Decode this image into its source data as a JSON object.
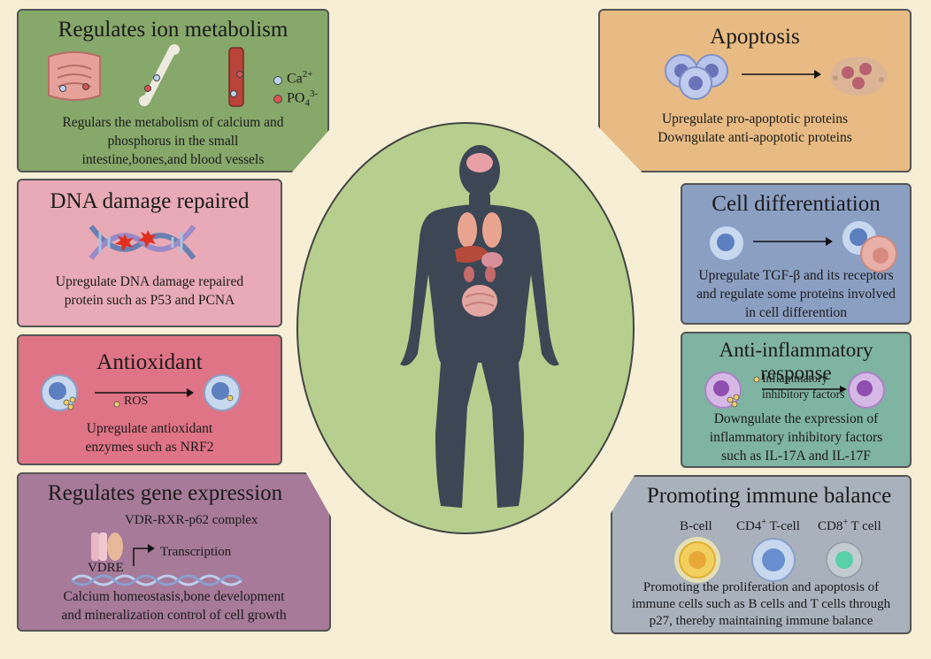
{
  "panels": {
    "ion": {
      "title": "Regulates ion metabolism",
      "ca_label": "Ca",
      "ca_sup": "2+",
      "po_label": "PO",
      "po_sub": "4",
      "po_sup": "3-",
      "text": [
        "Regulars the metabolism of calcium and",
        "phosphorus in the small",
        "intestine,bones,and blood vessels"
      ],
      "color": "#86a86a"
    },
    "dna": {
      "title": "DNA damage repaired",
      "text": [
        "Upregulate DNA damage repaired",
        "protein such as P53 and PCNA"
      ],
      "color": "#e8aab6"
    },
    "antioxidant": {
      "title": "Antioxidant",
      "ros_label": "ROS",
      "text": [
        "Upregulate antioxidant",
        "enzymes such as NRF2"
      ],
      "color": "#df7486"
    },
    "gene": {
      "title": "Regulates gene expression",
      "complex_label": "VDR-RXR-p62 complex",
      "vdre_label": "VDRE",
      "transcription_label": "Transcription",
      "text": [
        "Calcium homeostasis,bone development",
        "and mineralization control of cell growth"
      ],
      "color": "#a67a98"
    },
    "apoptosis": {
      "title": "Apoptosis",
      "text": [
        "Upregulate pro-apoptotic proteins",
        "Downgulate anti-apoptotic proteins"
      ],
      "color": "#e7bb83"
    },
    "differentiation": {
      "title": "Cell differentiation",
      "text": [
        "Upregulate TGF-β and its receptors",
        "and regulate some proteins involved",
        "in cell differention"
      ],
      "color": "#8b9fc3"
    },
    "inflammatory": {
      "title": "Anti-inflammatory response",
      "factor_label": [
        "Inflammatory",
        "inhibitory factors"
      ],
      "text": [
        "Downgulate the expression of",
        "inflammatory inhibitory factors",
        "such as IL-17A and IL-17F"
      ],
      "color": "#7fb3a2"
    },
    "immune": {
      "title": "Promoting immune balance",
      "b_cell": "B-cell",
      "cd4_a": "CD4",
      "cd4_sup": "+",
      "cd4_b": " T-cell",
      "cd8_a": "CD8",
      "cd8_sup": "+",
      "cd8_b": " T cell",
      "text": [
        "Promoting the proliferation and apoptosis of",
        "immune cells such as B cells and T cells through",
        "p27, thereby maintaining immune balance"
      ],
      "color": "#a9b2bc"
    }
  },
  "center": {
    "circle_color": "#b7cf8e",
    "body_color": "#3c4655"
  }
}
